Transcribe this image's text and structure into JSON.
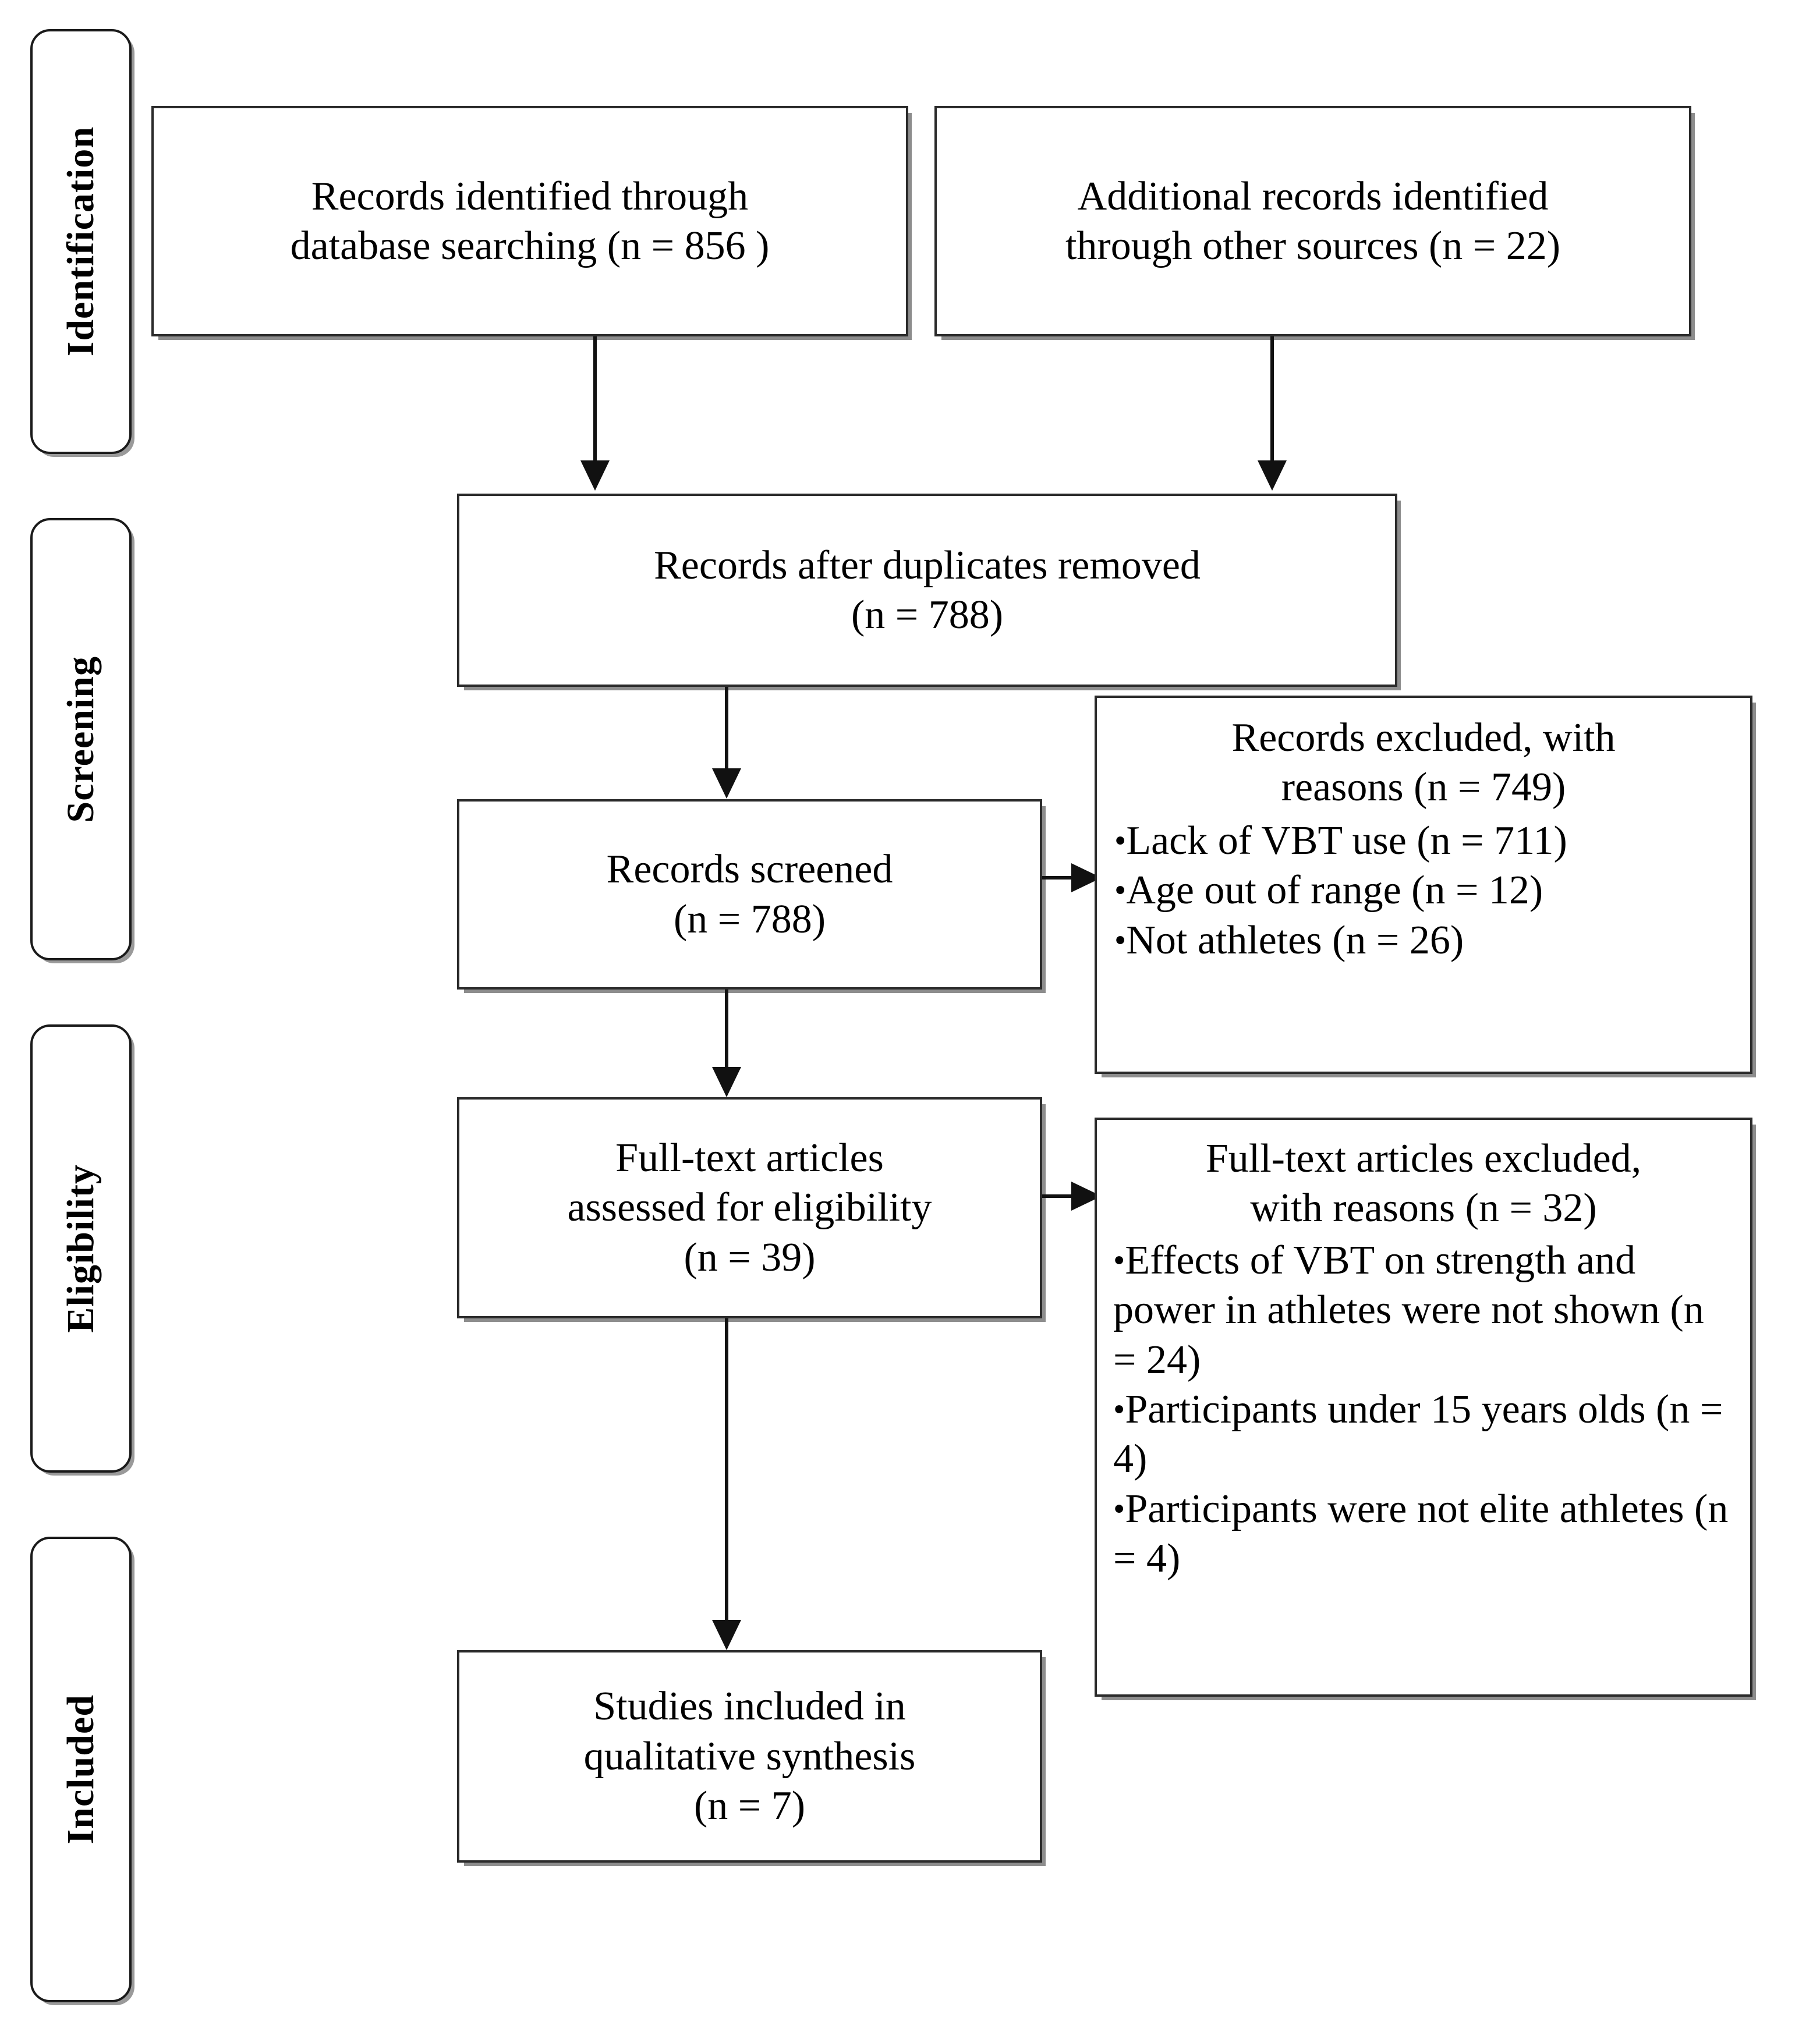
{
  "diagram": {
    "type": "prisma-flow-diagram",
    "stages": [
      {
        "label": "Identification"
      },
      {
        "label": "Screening"
      },
      {
        "label": "Eligibility"
      },
      {
        "label": "Included"
      }
    ],
    "boxes": {
      "database_search": {
        "lines": [
          "Records identified through",
          "database searching (n = 856 )"
        ],
        "count": 856
      },
      "other_sources": {
        "lines": [
          "Additional records identified",
          "through other sources (n = 22)"
        ],
        "count": 22
      },
      "duplicates_removed": {
        "lines": [
          "Records after duplicates removed",
          "(n =  788)"
        ],
        "count": 788
      },
      "records_screened": {
        "lines": [
          "Records screened",
          "(n = 788)"
        ],
        "count": 788
      },
      "records_excluded": {
        "heading": [
          "Records excluded, with",
          "reasons (n = 749)"
        ],
        "count": 749,
        "reasons": [
          "Lack of VBT use (n = 711)",
          "Age out of range (n = 12)",
          "Not athletes (n = 26)"
        ]
      },
      "fulltext_assessed": {
        "lines": [
          "Full-text articles",
          "assessed for eligibility",
          "(n = 39)"
        ],
        "count": 39
      },
      "fulltext_excluded": {
        "heading": [
          "Full-text articles excluded,",
          "with reasons (n = 32)"
        ],
        "count": 32,
        "reasons": [
          "Effects of VBT on strength and power in athletes were not shown (n = 24)",
          "Participants under 15 years olds (n = 4)",
          "Participants were not elite athletes (n = 4)"
        ]
      },
      "studies_included": {
        "lines": [
          "Studies included in",
          "qualitative synthesis",
          "(n = 7)"
        ],
        "count": 7
      }
    },
    "bullet_glyph": "•",
    "colors": {
      "box_border": "#2b2b2b",
      "box_shadow": "#8d8d8d",
      "connector": "#111111",
      "text": "#000000",
      "background": "#ffffff"
    }
  }
}
